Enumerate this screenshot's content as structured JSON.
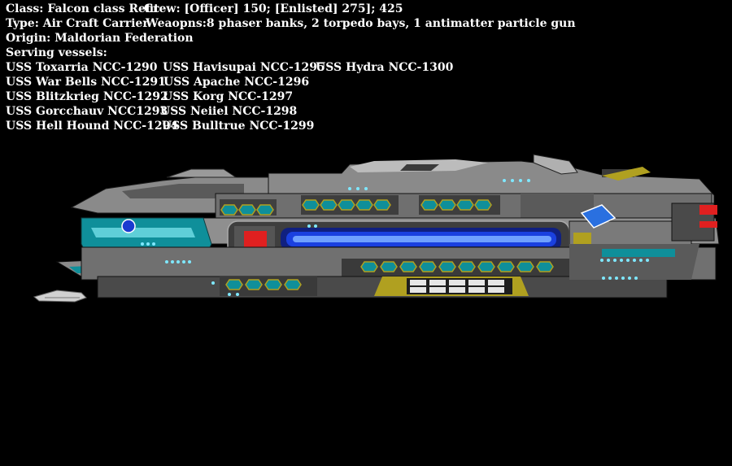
{
  "info": {
    "class_line": "Class: Falcon class Refit",
    "crew_line": "Crew: [Officer] 150; [Enlisted] 275]; 425",
    "type_line": "Type: Air Craft Carrier",
    "weapons_line": "Weaopns:8 phaser banks, 2 torpedo bays, 1 antimatter particle gun",
    "origin_line": "Origin: Maldorian Federation",
    "serving_heading": "Serving vessels:",
    "vessels": {
      "v1290": "USS Toxarria NCC-1290",
      "v1295": "USS Havisupai NCC-1295",
      "v1300": "USS Hydra NCC-1300",
      "v1291": "USS War Bells NCC-1291",
      "v1296": "USS Apache NCC-1296",
      "v1292": "USS Blitzkrieg NCC-1292",
      "v1297": "USS Korg NCC-1297",
      "v1293": "USS Gorcchauv NCC1293",
      "v1298": "USS Neiiel NCC-1298",
      "v1294": "USS Hell Hound NCC-1294",
      "v1299": "USS Bulltrue NCC-1299"
    }
  },
  "colors": {
    "background": "#000000",
    "text": "#ffffff",
    "hull_gray": "#8a8a8a",
    "hull_dark": "#3a3a3a",
    "teal": "#0f8f9a",
    "olive": "#b0a020",
    "blue_core": "#1a40e0",
    "light_cyan": "#7fe8ff",
    "red": "#e02020"
  }
}
